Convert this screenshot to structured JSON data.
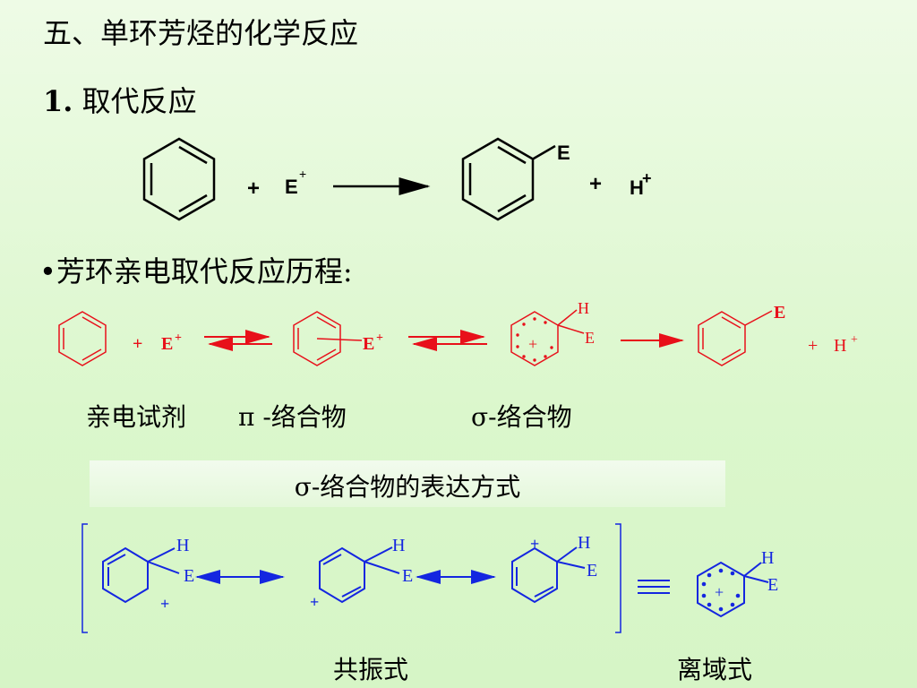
{
  "slide": {
    "section_title": "五、单环芳烃的化学反应",
    "subtitle_number": "1.",
    "subtitle_text": "取代反应",
    "bullet": "•",
    "mechanism_title": "芳环亲电取代反应历程:",
    "labels": {
      "electrophile": "亲电试剂",
      "pi_symbol": "π",
      "pi_complex": "-络合物",
      "sigma_symbol": "σ",
      "sigma_complex": "-络合物"
    },
    "banner": "σ-络合物的表达方式",
    "resonance_label": "共振式",
    "delocalized_label": "离域式"
  },
  "equation": {
    "plus1": "+",
    "electrophile": "E",
    "electrophile_charge": "+",
    "product_substituent": "E",
    "plus2": "+",
    "proton": "H",
    "proton_charge": "+"
  },
  "mechanism": {
    "plus1": "+",
    "electrophile": "E",
    "charge": "+",
    "pi_E": "E",
    "sigma_H": "H",
    "sigma_E": "E",
    "sigma_charge": "+",
    "product_E": "E",
    "plus2": "+",
    "proton": "H"
  },
  "resonance": {
    "H": "H",
    "E": "E",
    "charge": "+"
  },
  "colors": {
    "red": "#e8101a",
    "blue": "#1426e0",
    "black": "#000000"
  }
}
